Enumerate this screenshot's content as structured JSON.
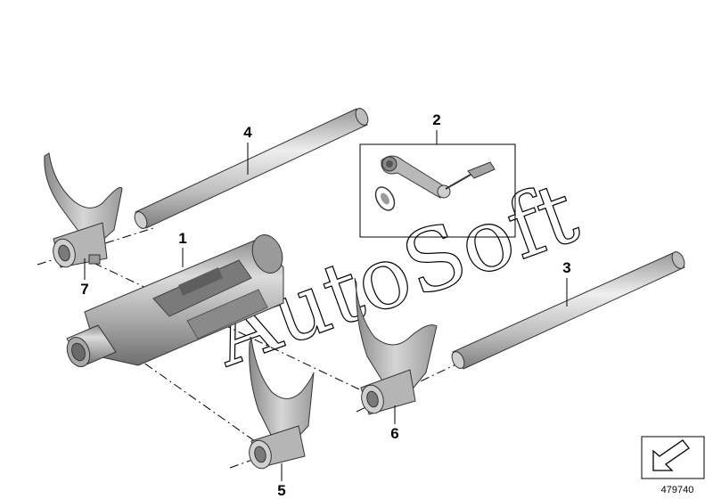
{
  "diagram": {
    "callouts": [
      {
        "id": "1",
        "label": "1"
      },
      {
        "id": "2",
        "label": "2"
      },
      {
        "id": "3",
        "label": "3"
      },
      {
        "id": "4",
        "label": "4"
      },
      {
        "id": "5",
        "label": "5"
      },
      {
        "id": "6",
        "label": "6"
      },
      {
        "id": "7",
        "label": "7"
      }
    ],
    "diagram_number": "479740",
    "watermark": "AutoSoft"
  },
  "colors": {
    "metal_light": "#e6e6e6",
    "metal_mid": "#b8b8b8",
    "metal_dark": "#7a7a7a",
    "line": "#000000"
  }
}
